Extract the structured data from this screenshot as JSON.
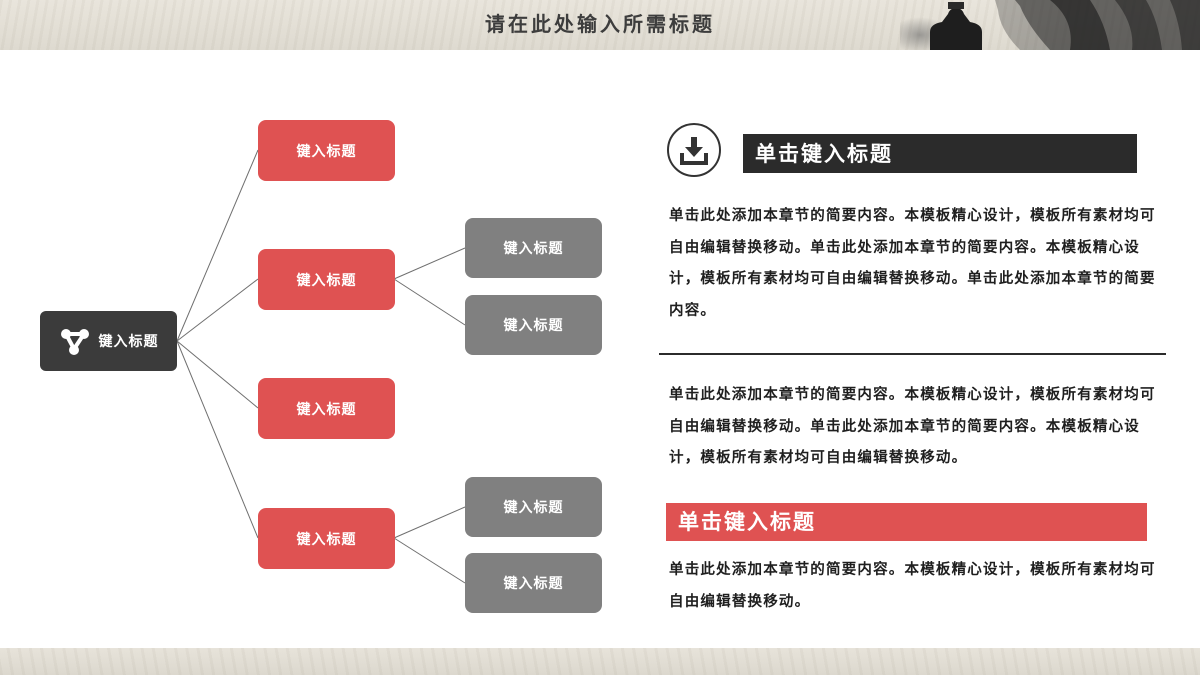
{
  "header": {
    "title": "请在此处输入所需标题"
  },
  "diagram": {
    "root": {
      "label": "键入标题",
      "icon": "share-nodes-icon"
    },
    "branches": [
      {
        "label": "键入标题",
        "children": []
      },
      {
        "label": "键入标题",
        "children": [
          {
            "label": "键入标题"
          },
          {
            "label": "键入标题"
          }
        ]
      },
      {
        "label": "键入标题",
        "children": []
      },
      {
        "label": "键入标题",
        "children": [
          {
            "label": "键入标题"
          },
          {
            "label": "键入标题"
          }
        ]
      }
    ]
  },
  "content": {
    "section1": {
      "icon": "download-icon",
      "heading": "单击键入标题",
      "paragraph": "单击此处添加本章节的简要内容。本模板精心设计，模板所有素材均可自由编辑替换移动。单击此处添加本章节的简要内容。本模板精心设计，模板所有素材均可自由编辑替换移动。单击此处添加本章节的简要内容。"
    },
    "section2": {
      "paragraph": "单击此处添加本章节的简要内容。本模板精心设计，模板所有素材均可自由编辑替换移动。单击此处添加本章节的简要内容。本模板精心设计，模板所有素材均可自由编辑替换移动。"
    },
    "section3": {
      "heading": "单击键入标题",
      "paragraph": "单击此处添加本章节的简要内容。本模板精心设计，模板所有素材均可自由编辑替换移动。"
    }
  },
  "colors": {
    "accent_red": "#df5252",
    "dark": "#3b3b3b",
    "gray": "#808080"
  }
}
